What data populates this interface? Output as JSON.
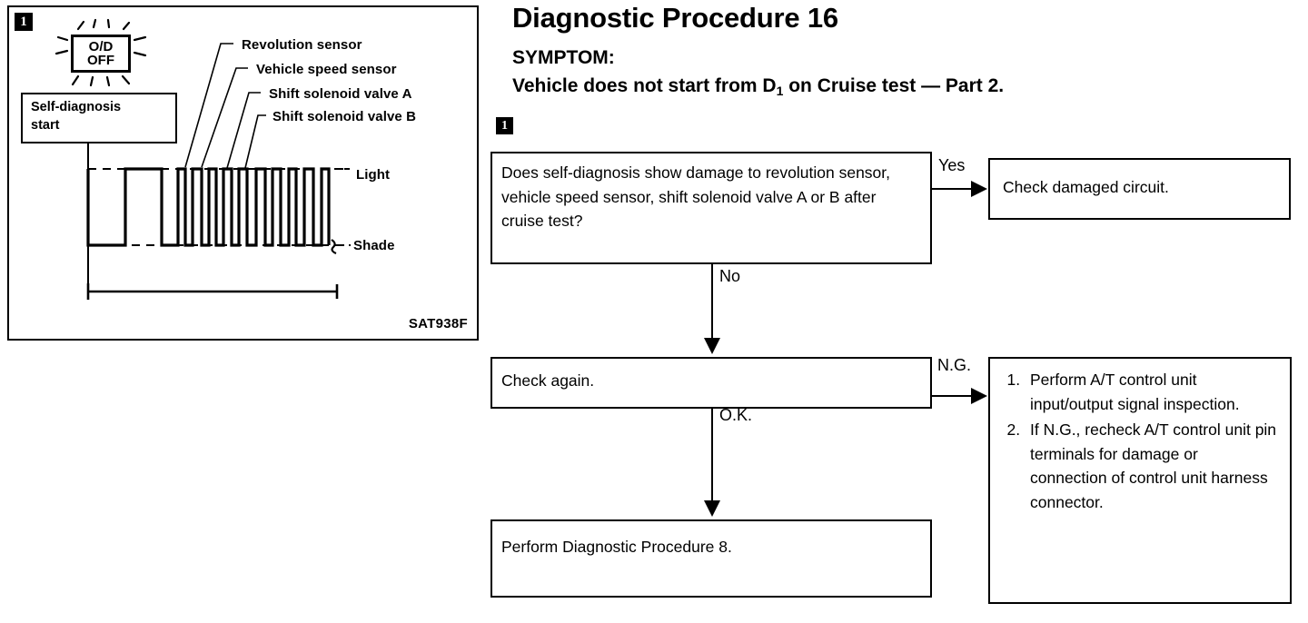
{
  "illustration": {
    "step_marker": "1",
    "lamp": {
      "line1": "O/D",
      "line2": "OFF"
    },
    "self_diagnosis_box": "Self-diagnosis start",
    "self_diagnosis_line1": "Self-diagnosis",
    "self_diagnosis_line2": "start",
    "callouts": [
      {
        "label": "Revolution sensor"
      },
      {
        "label": "Vehicle speed sensor"
      },
      {
        "label": "Shift solenoid valve A"
      },
      {
        "label": "Shift solenoid valve B"
      }
    ],
    "level_labels": {
      "high": "Light",
      "low": "Shade"
    },
    "figure_code": "SAT938F"
  },
  "header": {
    "title": "Diagnostic Procedure 16",
    "symptom_label": "SYMPTOM:",
    "symptom_prefix": "Vehicle does not start from D",
    "symptom_subscript": "1",
    "symptom_suffix": " on Cruise test — Part 2."
  },
  "flow": {
    "step_marker": "1",
    "question": "Does self-diagnosis show damage to revolution sensor, vehicle speed sensor, shift solenoid valve A or B after cruise test?",
    "check_damaged": "Check damaged circuit.",
    "check_again": "Check again.",
    "perform_dp8": "Perform Diagnostic Procedure 8.",
    "ng_actions": [
      "Perform A/T control unit input/output signal inspection.",
      "If N.G., recheck A/T control unit pin terminals for damage or connection of control unit harness connector."
    ],
    "edge_labels": {
      "yes": "Yes",
      "no": "No",
      "ng": "N.G.",
      "ok": "O.K."
    }
  },
  "colors": {
    "ink": "#000000",
    "paper": "#ffffff"
  }
}
